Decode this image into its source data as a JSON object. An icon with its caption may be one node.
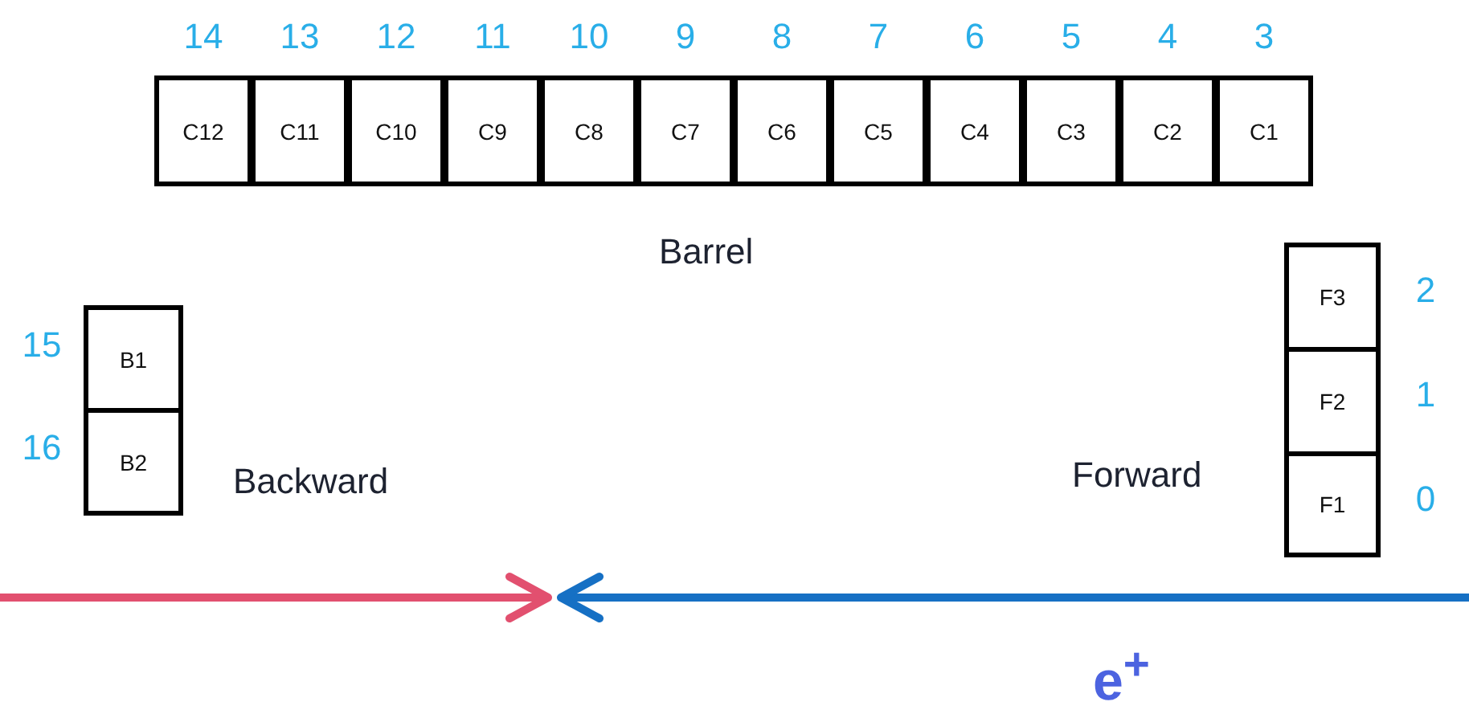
{
  "diagram": {
    "nodes": [
      {
        "text": [
          "C12"
        ],
        "beside": [
          "14"
        ]
      },
      {
        "text": [
          "C11"
        ],
        "beside": [
          "13"
        ]
      },
      {
        "text": [
          "C10"
        ],
        "beside": [
          "12"
        ]
      },
      {
        "text": [
          "C9"
        ],
        "beside": [
          "11"
        ]
      },
      {
        "text": [
          "C8"
        ],
        "beside": [
          "10"
        ]
      },
      {
        "text": [
          "C7"
        ],
        "beside": [
          "9"
        ]
      },
      {
        "text": [
          "C6"
        ],
        "beside": [
          "8"
        ]
      },
      {
        "text": [
          "C5"
        ],
        "beside": [
          "7"
        ]
      },
      {
        "text": [
          "C4"
        ],
        "beside": [
          "6"
        ]
      },
      {
        "text": [
          "C3"
        ],
        "beside": [
          "5"
        ]
      },
      {
        "text": [
          "C2"
        ],
        "beside": [
          "4"
        ]
      },
      {
        "text": [
          "C1"
        ],
        "beside": [
          "3"
        ]
      },
      {
        "text": [
          "B1"
        ],
        "beside": [
          "15"
        ]
      },
      {
        "text": [
          "B2"
        ],
        "beside": [
          "16"
        ]
      },
      {
        "text": [
          "F3"
        ],
        "beside": [
          "2"
        ]
      },
      {
        "text": [
          "F2"
        ],
        "beside": [
          "1"
        ]
      },
      {
        "text": [
          "F1"
        ],
        "beside": [
          "0"
        ]
      }
    ],
    "edges": [],
    "labels": [
      "Barrel",
      "Backward",
      "Forward",
      "e$^{+}$"
    ]
  }
}
